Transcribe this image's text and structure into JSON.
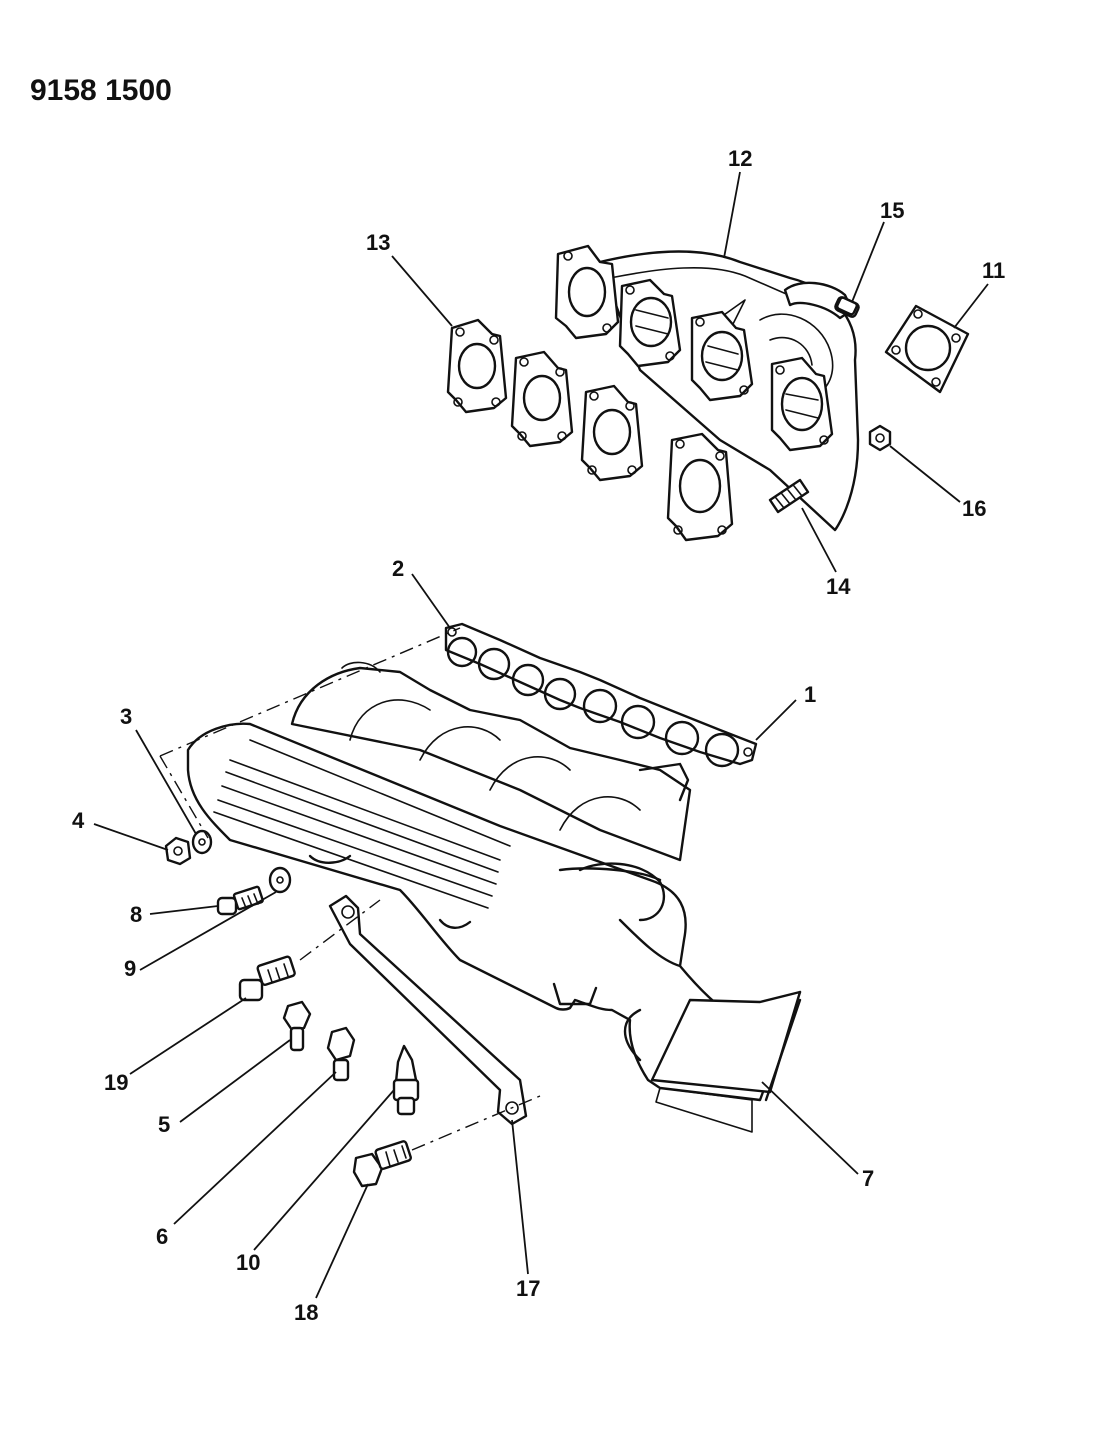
{
  "document_number": "9158 1500",
  "callouts": {
    "c1": "1",
    "c2": "2",
    "c3": "3",
    "c4": "4",
    "c5": "5",
    "c6": "6",
    "c7": "7",
    "c8": "8",
    "c9": "9",
    "c10": "10",
    "c11": "11",
    "c12": "12",
    "c13": "13",
    "c14": "14",
    "c15": "15",
    "c16": "16",
    "c17": "17",
    "c18": "18",
    "c19": "19"
  }
}
